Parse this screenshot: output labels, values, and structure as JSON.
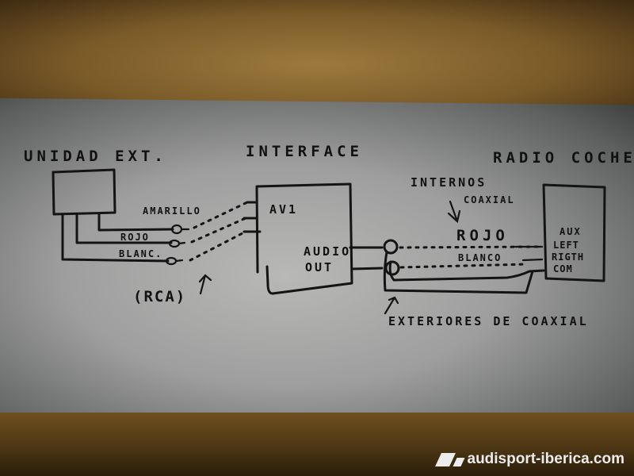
{
  "diagram": {
    "medium": "hand-drawn sketch on paper",
    "blocks": {
      "external_unit": {
        "title": "UNIDAD EXT."
      },
      "interface": {
        "title": "INTERFACE",
        "input_label": "AV1",
        "output_label_line1": "AUDIO",
        "output_label_line2": "OUT"
      },
      "car_radio": {
        "title": "RADIO COCHE",
        "label_aux": "AUX",
        "label_left": "LEFT",
        "label_right": "RIGTH",
        "label_com": "COM"
      }
    },
    "cables": {
      "rca_amarillo": "AMARILLO",
      "rca_rojo": "ROJO",
      "rca_blanco": "BLANC.",
      "rca_note": "(RCA)",
      "coax_internal_line1": "INTERNOS",
      "coax_internal_line2": "COAXIAL",
      "coax_rojo": "ROJO",
      "coax_blanco": "BLANCO",
      "coax_external": "EXTERIORES DE COAXIAL"
    }
  },
  "watermark": {
    "text": "audisport-iberica.com"
  }
}
